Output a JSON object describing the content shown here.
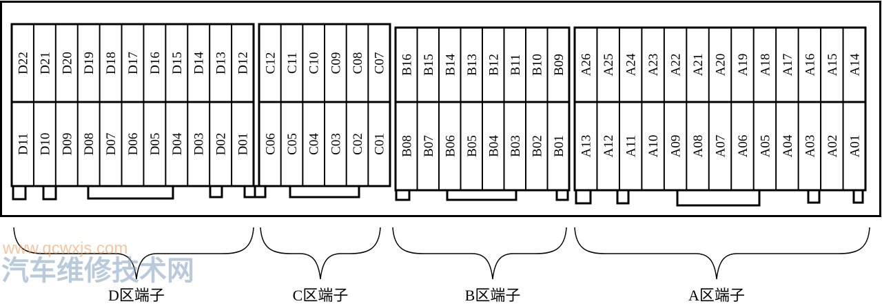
{
  "watermark": {
    "title": "汽车维修技术网",
    "url": "www.qcwxjs.com"
  },
  "blocks": [
    {
      "id": "D",
      "caption": "D区端子",
      "top": [
        "D22",
        "D21",
        "D20",
        "D19",
        "D18",
        "D17",
        "D16",
        "D15",
        "D14",
        "D13",
        "D12"
      ],
      "bottom": [
        "D11",
        "D10",
        "D09",
        "D08",
        "D07",
        "D06",
        "D05",
        "D04",
        "D03",
        "D02",
        "D01"
      ]
    },
    {
      "id": "C",
      "caption": "C区端子",
      "top": [
        "C12",
        "C11",
        "C10",
        "C09",
        "C08",
        "C07"
      ],
      "bottom": [
        "C06",
        "C05",
        "C04",
        "C03",
        "C02",
        "C01"
      ]
    },
    {
      "id": "B",
      "caption": "B区端子",
      "top": [
        "B16",
        "B15",
        "B14",
        "B13",
        "B12",
        "B11",
        "B10",
        "B09"
      ],
      "bottom": [
        "B08",
        "B07",
        "B06",
        "B05",
        "B04",
        "B03",
        "B02",
        "B01"
      ]
    },
    {
      "id": "A",
      "caption": "A区端子",
      "top": [
        "A26",
        "A25",
        "A24",
        "A23",
        "A22",
        "A21",
        "A20",
        "A19",
        "A18",
        "A17",
        "A16",
        "A15",
        "A14"
      ],
      "bottom": [
        "A13",
        "A12",
        "A11",
        "A10",
        "A09",
        "A08",
        "A07",
        "A06",
        "A05",
        "A04",
        "A03",
        "A02",
        "A01"
      ]
    }
  ]
}
